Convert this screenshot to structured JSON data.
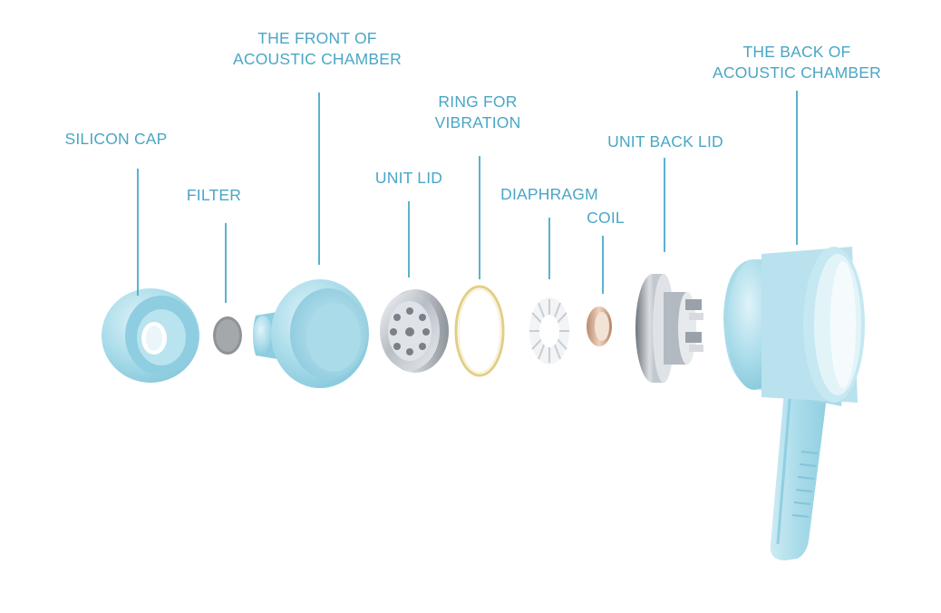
{
  "diagram": {
    "colors": {
      "label": "#4aa6c6",
      "leader": "#5ab2cf",
      "plastic": "#a9dcea",
      "plastic_dark": "#7cc2d8",
      "metal": "#c7ccd3",
      "gold": "#d8c27a",
      "copper": "#c8997c"
    },
    "parts": [
      {
        "id": "silicon-cap",
        "lines": [
          "SILICON CAP"
        ]
      },
      {
        "id": "filter",
        "lines": [
          "FILTER"
        ]
      },
      {
        "id": "front-chamber",
        "lines": [
          "THE FRONT OF",
          "ACOUSTIC CHAMBER"
        ]
      },
      {
        "id": "unit-lid",
        "lines": [
          "UNIT LID"
        ]
      },
      {
        "id": "ring",
        "lines": [
          "RING FOR",
          "VIBRATION"
        ]
      },
      {
        "id": "diaphragm",
        "lines": [
          "DIAPHRAGM"
        ]
      },
      {
        "id": "coil",
        "lines": [
          "COIL"
        ]
      },
      {
        "id": "unit-back-lid",
        "lines": [
          "UNIT BACK LID"
        ]
      },
      {
        "id": "back-chamber",
        "lines": [
          "THE BACK OF",
          "ACOUSTIC CHAMBER"
        ]
      }
    ]
  }
}
